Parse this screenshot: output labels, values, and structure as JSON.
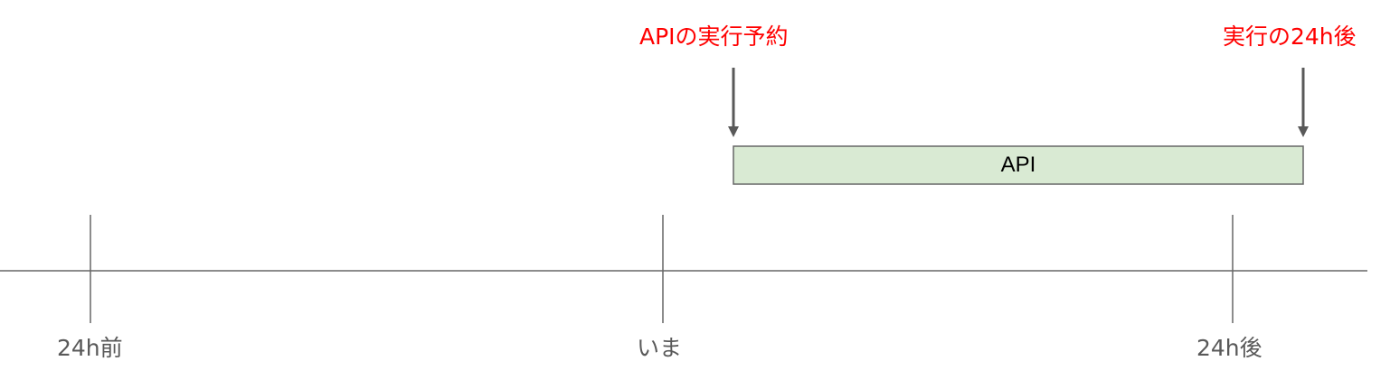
{
  "timeline": {
    "ticks": [
      {
        "label": "24h前"
      },
      {
        "label": "いま"
      },
      {
        "label": "24h後"
      }
    ],
    "line_color": "#666666",
    "text_color": "#595959"
  },
  "api_bar": {
    "label": "API",
    "fill": "#d9ead3",
    "stroke": "#666666",
    "text_color": "#000000"
  },
  "annotations": {
    "start": "APIの実行予約",
    "end": "実行の24h後",
    "color": "#ff0000",
    "arrow_color": "#595959"
  }
}
